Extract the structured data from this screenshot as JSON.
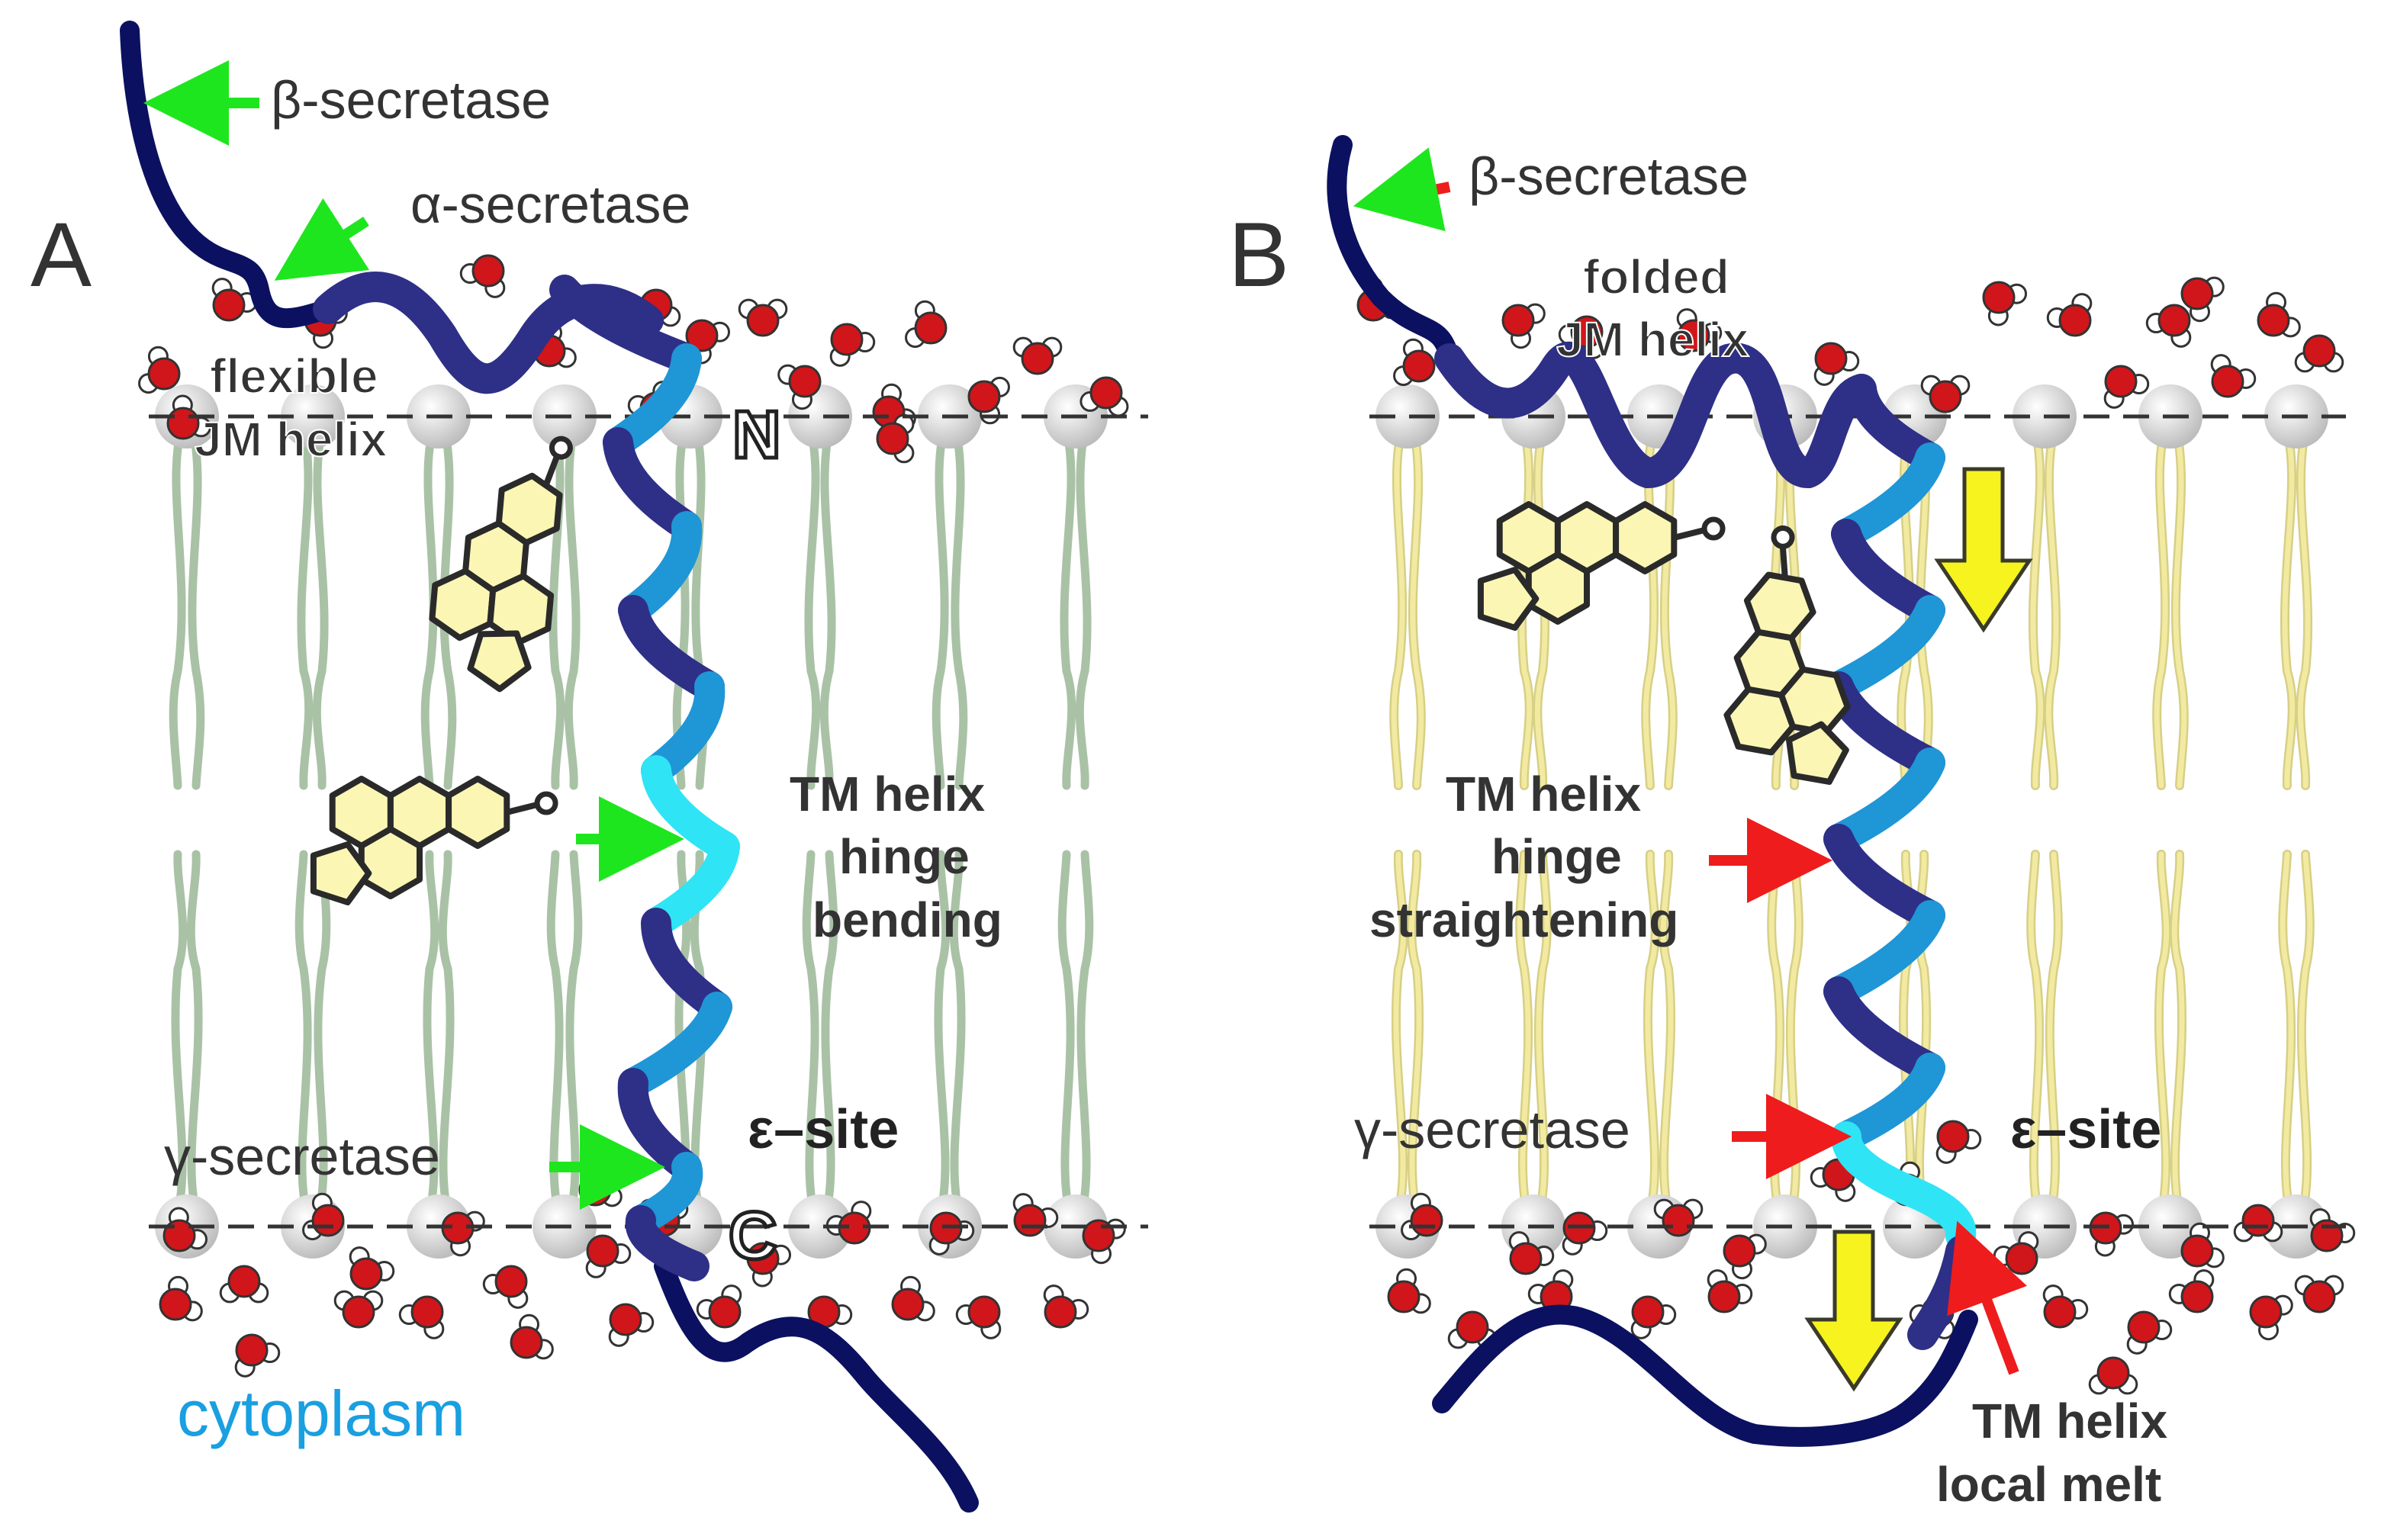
{
  "colors": {
    "backbone": "#0b1160",
    "helix_dark": "#2e2f86",
    "helix_light": "#1f96d6",
    "helix_cyan": "#2fe4f5",
    "water_o": "#d0161a",
    "lipid_head": "#cfcfcf",
    "lipid_tail_a": "#a9c2a6",
    "lipid_tail_b": "#f2eaa0",
    "sterol": "#fbf6b4",
    "green_arrow": "#1ee61e",
    "red_arrow": "#ee1c1c",
    "yellow_arrow": "#f7f31e",
    "cytoplasm_text": "#1a9fe0"
  },
  "panel_a": {
    "letter": "A",
    "beta_secretase": "β-secretase",
    "alpha_secretase": "α-secretase",
    "jm_label_1": "flexible",
    "jm_label_2": "JM helix",
    "n_terminus": "N",
    "c_terminus": "C",
    "tm_label_1": "TM helix",
    "tm_label_2": "hinge",
    "tm_label_3": "bending",
    "epsilon_site": "ε–site",
    "gamma_secretase": "γ-secretase",
    "cytoplasm": "cytoplasm"
  },
  "panel_b": {
    "letter": "B",
    "beta_secretase": "β-secretase",
    "jm_label_1": "folded",
    "jm_label_2": "JM helix",
    "tm_label_1": "TM helix",
    "tm_label_2": "hinge",
    "tm_label_3": "straightening",
    "gamma_secretase": "γ-secretase",
    "epsilon_site": "ε–site",
    "melt_label_1": "TM helix",
    "melt_label_2": "local melt"
  }
}
